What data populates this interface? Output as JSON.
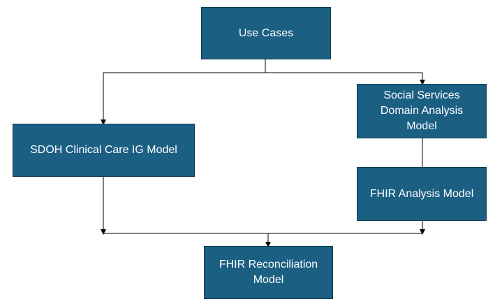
{
  "colors": {
    "box_fill": "#1b5f83",
    "box_border": "#0f3b52",
    "box_text": "#ffffff",
    "line": "#000000",
    "background": "#ffffff"
  },
  "nodes": {
    "use_cases": "Use Cases",
    "sdoh_model": "SDOH Clinical Care IG Model",
    "social_services": "Social Services\nDomain Analysis\nModel",
    "fhir_analysis": "FHIR  Analysis Model",
    "fhir_reconciliation": "FHIR Reconciliation\nModel"
  },
  "edges": [
    {
      "from": "use_cases",
      "to": "sdoh_model"
    },
    {
      "from": "use_cases",
      "to": "social_services"
    },
    {
      "from": "social_services",
      "to": "fhir_analysis"
    },
    {
      "from": "sdoh_model",
      "to": "fhir_reconciliation"
    },
    {
      "from": "fhir_analysis",
      "to": "fhir_reconciliation"
    }
  ]
}
